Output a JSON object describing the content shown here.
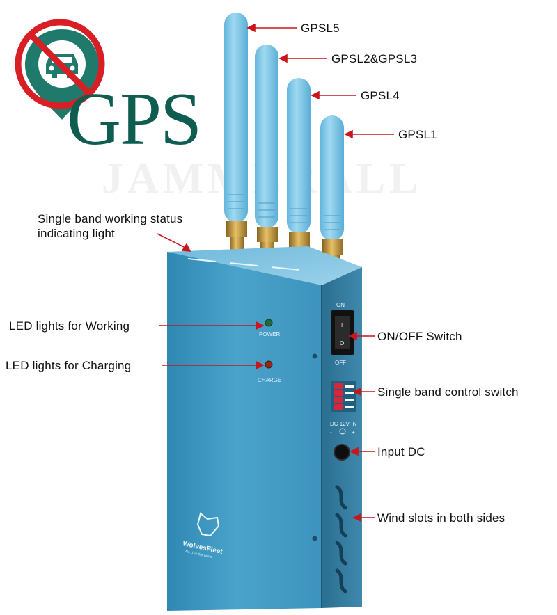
{
  "logo": {
    "text": "GPS",
    "watermark": "JAMMERALL",
    "colors": {
      "pin": "#1f7a6c",
      "prohibition": "#d81f26",
      "text": "#0f5d50"
    }
  },
  "antennas": [
    {
      "label": "GPSL5"
    },
    {
      "label": "GPSL2&GPSL3"
    },
    {
      "label": "GPSL4"
    },
    {
      "label": "GPSL1"
    }
  ],
  "callouts": {
    "status_light": "Single band working status indicating light",
    "led_working": "LED lights for Working",
    "led_charging": "LED lights for Charging",
    "onoff_switch": "ON/OFF Switch",
    "band_control": "Single band control switch",
    "input_dc": "Input DC",
    "wind_slots": "Wind slots in both sides"
  },
  "device": {
    "power_label": "POWER",
    "charge_label": "CHARGE",
    "switch_on": "ON",
    "switch_off": "OFF",
    "switch_i": "I",
    "switch_o": "O",
    "dc_label": "DC 12V IN",
    "dc_minus": "-",
    "dc_plus": "+",
    "brand": "WolvesFleet",
    "brand_tagline": "No. 1 in the world",
    "colors": {
      "body": "#3f9ac3",
      "antenna": "#7fc8e8",
      "connector": "#c99a3a",
      "arrow": "#c8161d"
    }
  }
}
